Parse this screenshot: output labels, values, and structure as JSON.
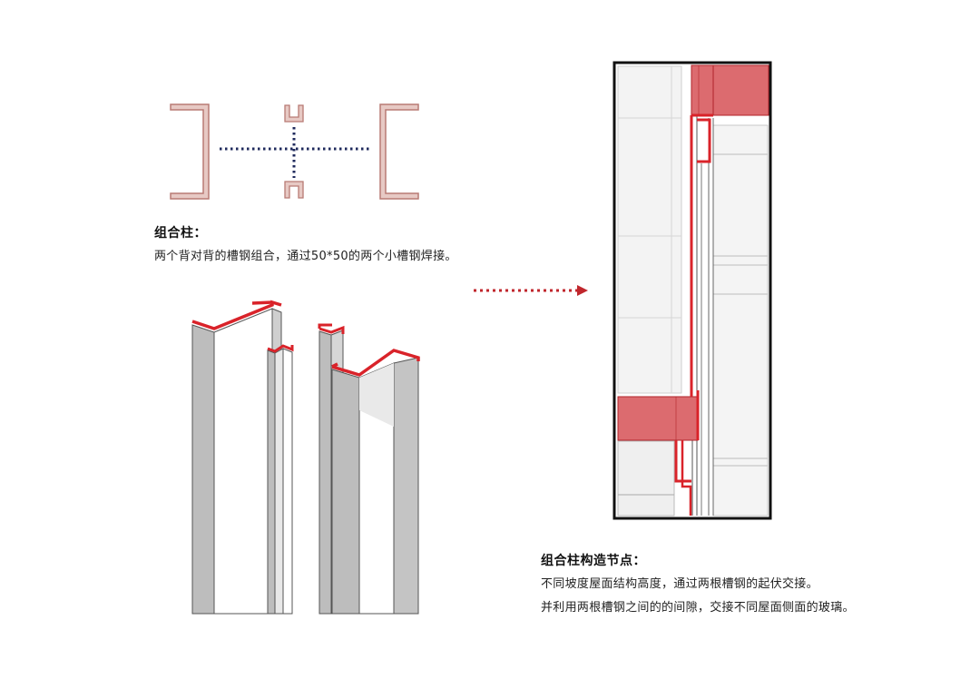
{
  "colors": {
    "section_outline": "#b87a74",
    "section_fill": "#e7c9c4",
    "axis_dots": "#1f2a5c",
    "arrow_dots": "#c0262c",
    "highlight_red": "#d9232a",
    "highlight_fill": "#dc6b6f",
    "steel_gray": "#bdbdbd",
    "steel_light": "#e4e4e4"
  },
  "caption_left": {
    "title": "组合柱：",
    "line1": "两个背对背的槽钢组合，通过50*50的两个小槽钢焊接。"
  },
  "caption_right": {
    "title": "组合柱构造节点：",
    "line1": "不同坡度屋面结构高度，通过两根槽钢的起伏交接。",
    "line2": "并利用两根槽钢之间的的间隙，交接不同屋面侧面的玻璃。"
  },
  "icons": {
    "flow_arrow": "dotted-right-arrow"
  }
}
